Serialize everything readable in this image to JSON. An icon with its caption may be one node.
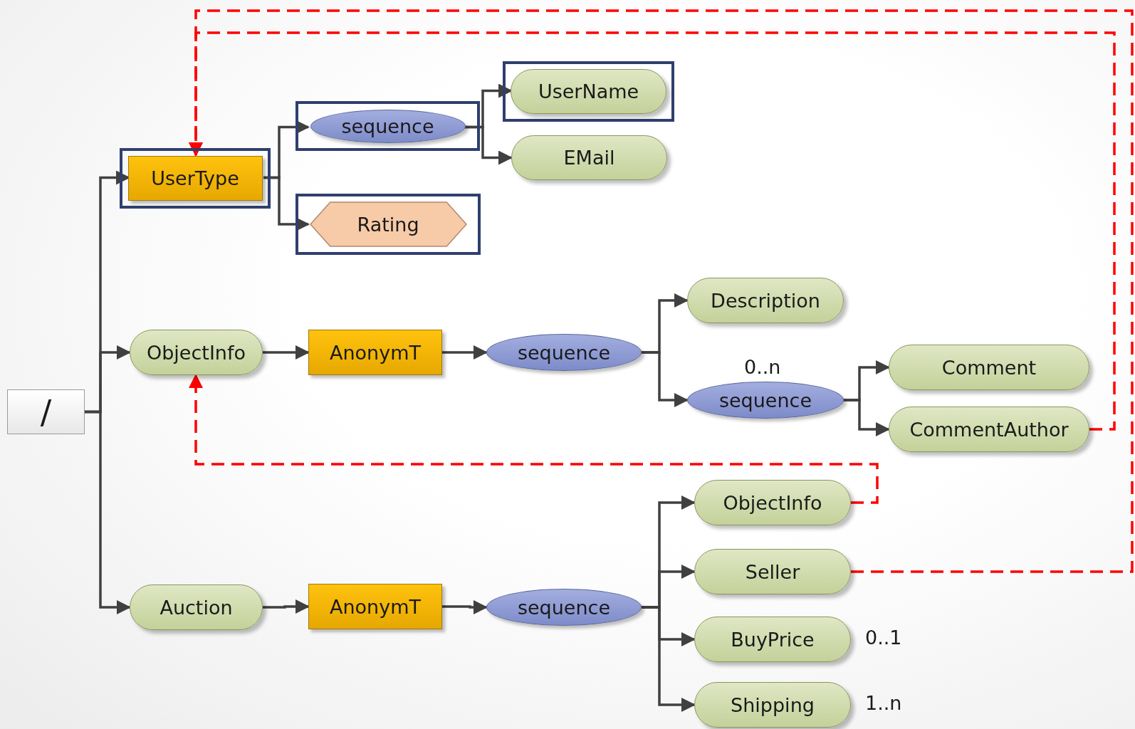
{
  "diagram": {
    "nodes": [
      {
        "text": [
          "/"
        ]
      },
      {
        "text": [],
        "shape": "box"
      },
      {
        "text": [
          "UserType"
        ],
        "in": 1
      },
      {
        "text": [],
        "shape": "box"
      },
      {
        "text": [
          "sequence"
        ],
        "in": 3
      },
      {
        "text": [],
        "shape": "box"
      },
      {
        "text": [
          "UserName"
        ],
        "in": 5
      },
      {
        "text": [
          "EMail"
        ]
      },
      {
        "text": [],
        "shape": "box"
      },
      {
        "text": [
          "Rating"
        ],
        "in": 8
      },
      {
        "text": [
          "ObjectInfo"
        ]
      },
      {
        "text": [
          "AnonymT"
        ]
      },
      {
        "text": [
          "sequence"
        ]
      },
      {
        "text": [
          "Description"
        ]
      },
      {
        "text": [
          "sequence"
        ],
        "beside": [
          "0..n"
        ]
      },
      {
        "text": [
          "Comment"
        ]
      },
      {
        "text": [
          "CommentAuthor"
        ]
      },
      {
        "text": [
          "Auction"
        ]
      },
      {
        "text": [
          "AnonymT"
        ]
      },
      {
        "text": [
          "sequence"
        ]
      },
      {
        "text": [
          "ObjectInfo"
        ]
      },
      {
        "text": [
          "Seller"
        ]
      },
      {
        "text": [
          "BuyPrice"
        ],
        "beside": [
          "0..1"
        ]
      },
      {
        "text": [
          "Shipping"
        ],
        "beside": [
          "1..n"
        ]
      }
    ],
    "edges": [
      {
        "from": 0,
        "to": 2,
        "arrow": "to"
      },
      {
        "from": 0,
        "to": 10,
        "arrow": "to"
      },
      {
        "from": 0,
        "to": 17,
        "arrow": "to"
      },
      {
        "from": 2,
        "to": 4,
        "arrow": "to"
      },
      {
        "from": 2,
        "to": 9,
        "arrow": "to"
      },
      {
        "from": 4,
        "to": 6,
        "arrow": "to"
      },
      {
        "from": 4,
        "to": 7,
        "arrow": "to"
      },
      {
        "from": 10,
        "to": 11,
        "arrow": "to"
      },
      {
        "from": 11,
        "to": 12,
        "arrow": "to"
      },
      {
        "from": 12,
        "to": 13,
        "arrow": "to"
      },
      {
        "from": 12,
        "to": 14,
        "arrow": "to"
      },
      {
        "from": 14,
        "to": 15,
        "arrow": "to"
      },
      {
        "from": 14,
        "to": 16,
        "arrow": "to"
      },
      {
        "from": 17,
        "to": 18,
        "arrow": "to"
      },
      {
        "from": 18,
        "to": 19,
        "arrow": "to"
      },
      {
        "from": 19,
        "to": 20,
        "arrow": "to"
      },
      {
        "from": 19,
        "to": 21,
        "arrow": "to"
      },
      {
        "from": 19,
        "to": 22,
        "arrow": "to"
      },
      {
        "from": 19,
        "to": 23,
        "arrow": "to"
      },
      {
        "from": 16,
        "to": 2,
        "arrow": "to",
        "style": "dashed",
        "color": "#ff0000"
      },
      {
        "from": 21,
        "to": 2,
        "arrow": "to",
        "style": "dashed",
        "color": "#ff0000"
      },
      {
        "from": 20,
        "to": 10,
        "arrow": "to",
        "style": "dashed",
        "color": "#ff0000"
      }
    ]
  }
}
